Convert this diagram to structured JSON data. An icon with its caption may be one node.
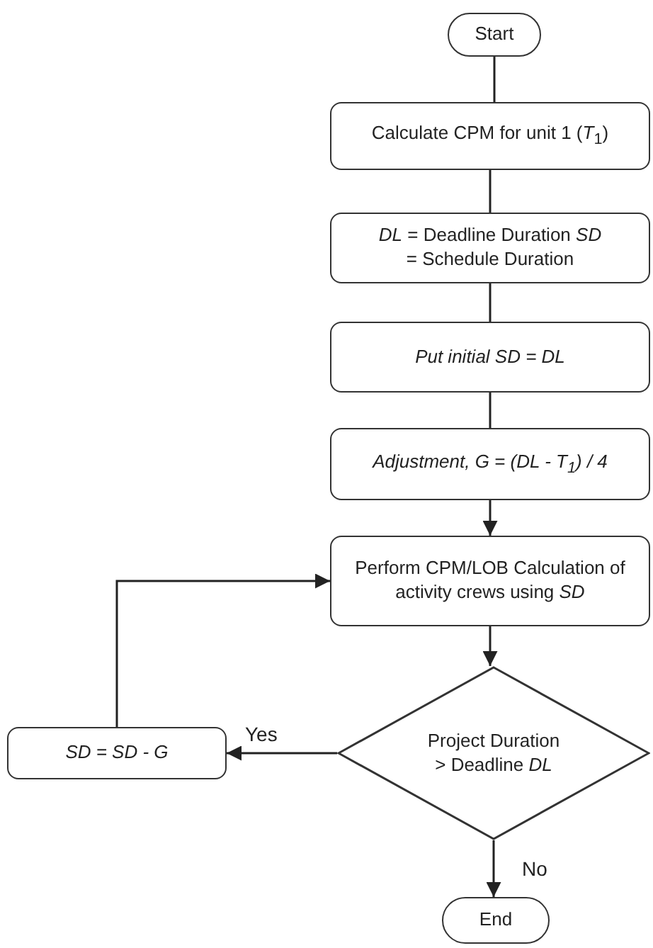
{
  "diagram": {
    "nodes": [
      {
        "text": [
          "Start"
        ]
      },
      {
        "text": [
          "Calculate CPM for unit 1 (*T*$_{1}$)"
        ]
      },
      {
        "text": [
          "*DL* = Deadline Duration *SD* = Schedule Duration"
        ]
      },
      {
        "text": [
          "Put initial SD = DL"
        ]
      },
      {
        "text": [
          "Adjustment, G = (DL - T$_{1}$) / 4"
        ]
      },
      {
        "text": [
          "Perform CPM/LOB Calculation of activity crews using *SD*"
        ]
      },
      {
        "text": [
          "Project Duration > Deadline *DL*"
        ]
      },
      {
        "text": [
          "SD = SD - G"
        ]
      },
      {
        "text": [
          "End"
        ]
      }
    ],
    "edges": [
      {
        "from": 0,
        "to": 1,
        "arrow": "none"
      },
      {
        "from": 1,
        "to": 2,
        "arrow": "none"
      },
      {
        "from": 2,
        "to": 3,
        "arrow": "none"
      },
      {
        "from": 3,
        "to": 4,
        "arrow": "none"
      },
      {
        "from": 4,
        "to": 5,
        "arrow": "to"
      },
      {
        "from": 5,
        "to": 6,
        "arrow": "to"
      },
      {
        "from": 6,
        "to": 7,
        "arrow": "to",
        "label": "Yes"
      },
      {
        "from": 6,
        "to": 8,
        "arrow": "to",
        "label": "No"
      },
      {
        "from": 7,
        "to": 5,
        "arrow": "to"
      }
    ]
  }
}
